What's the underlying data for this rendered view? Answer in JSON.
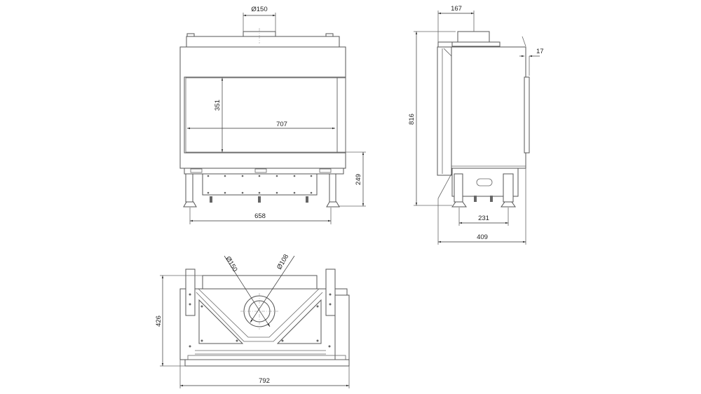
{
  "front_view": {
    "flue_diameter": "Ø150",
    "glass_height": "351",
    "glass_width": "707",
    "legs_span": "658",
    "base_height": "249"
  },
  "side_view": {
    "flue_offset": "167",
    "door_protrusion": "17",
    "total_height": "816",
    "legs_span": "231",
    "depth": "409"
  },
  "top_view": {
    "outer_flue_diameter": "Ø150",
    "inner_flue_diameter": "Ø108",
    "depth": "426",
    "width": "792"
  }
}
